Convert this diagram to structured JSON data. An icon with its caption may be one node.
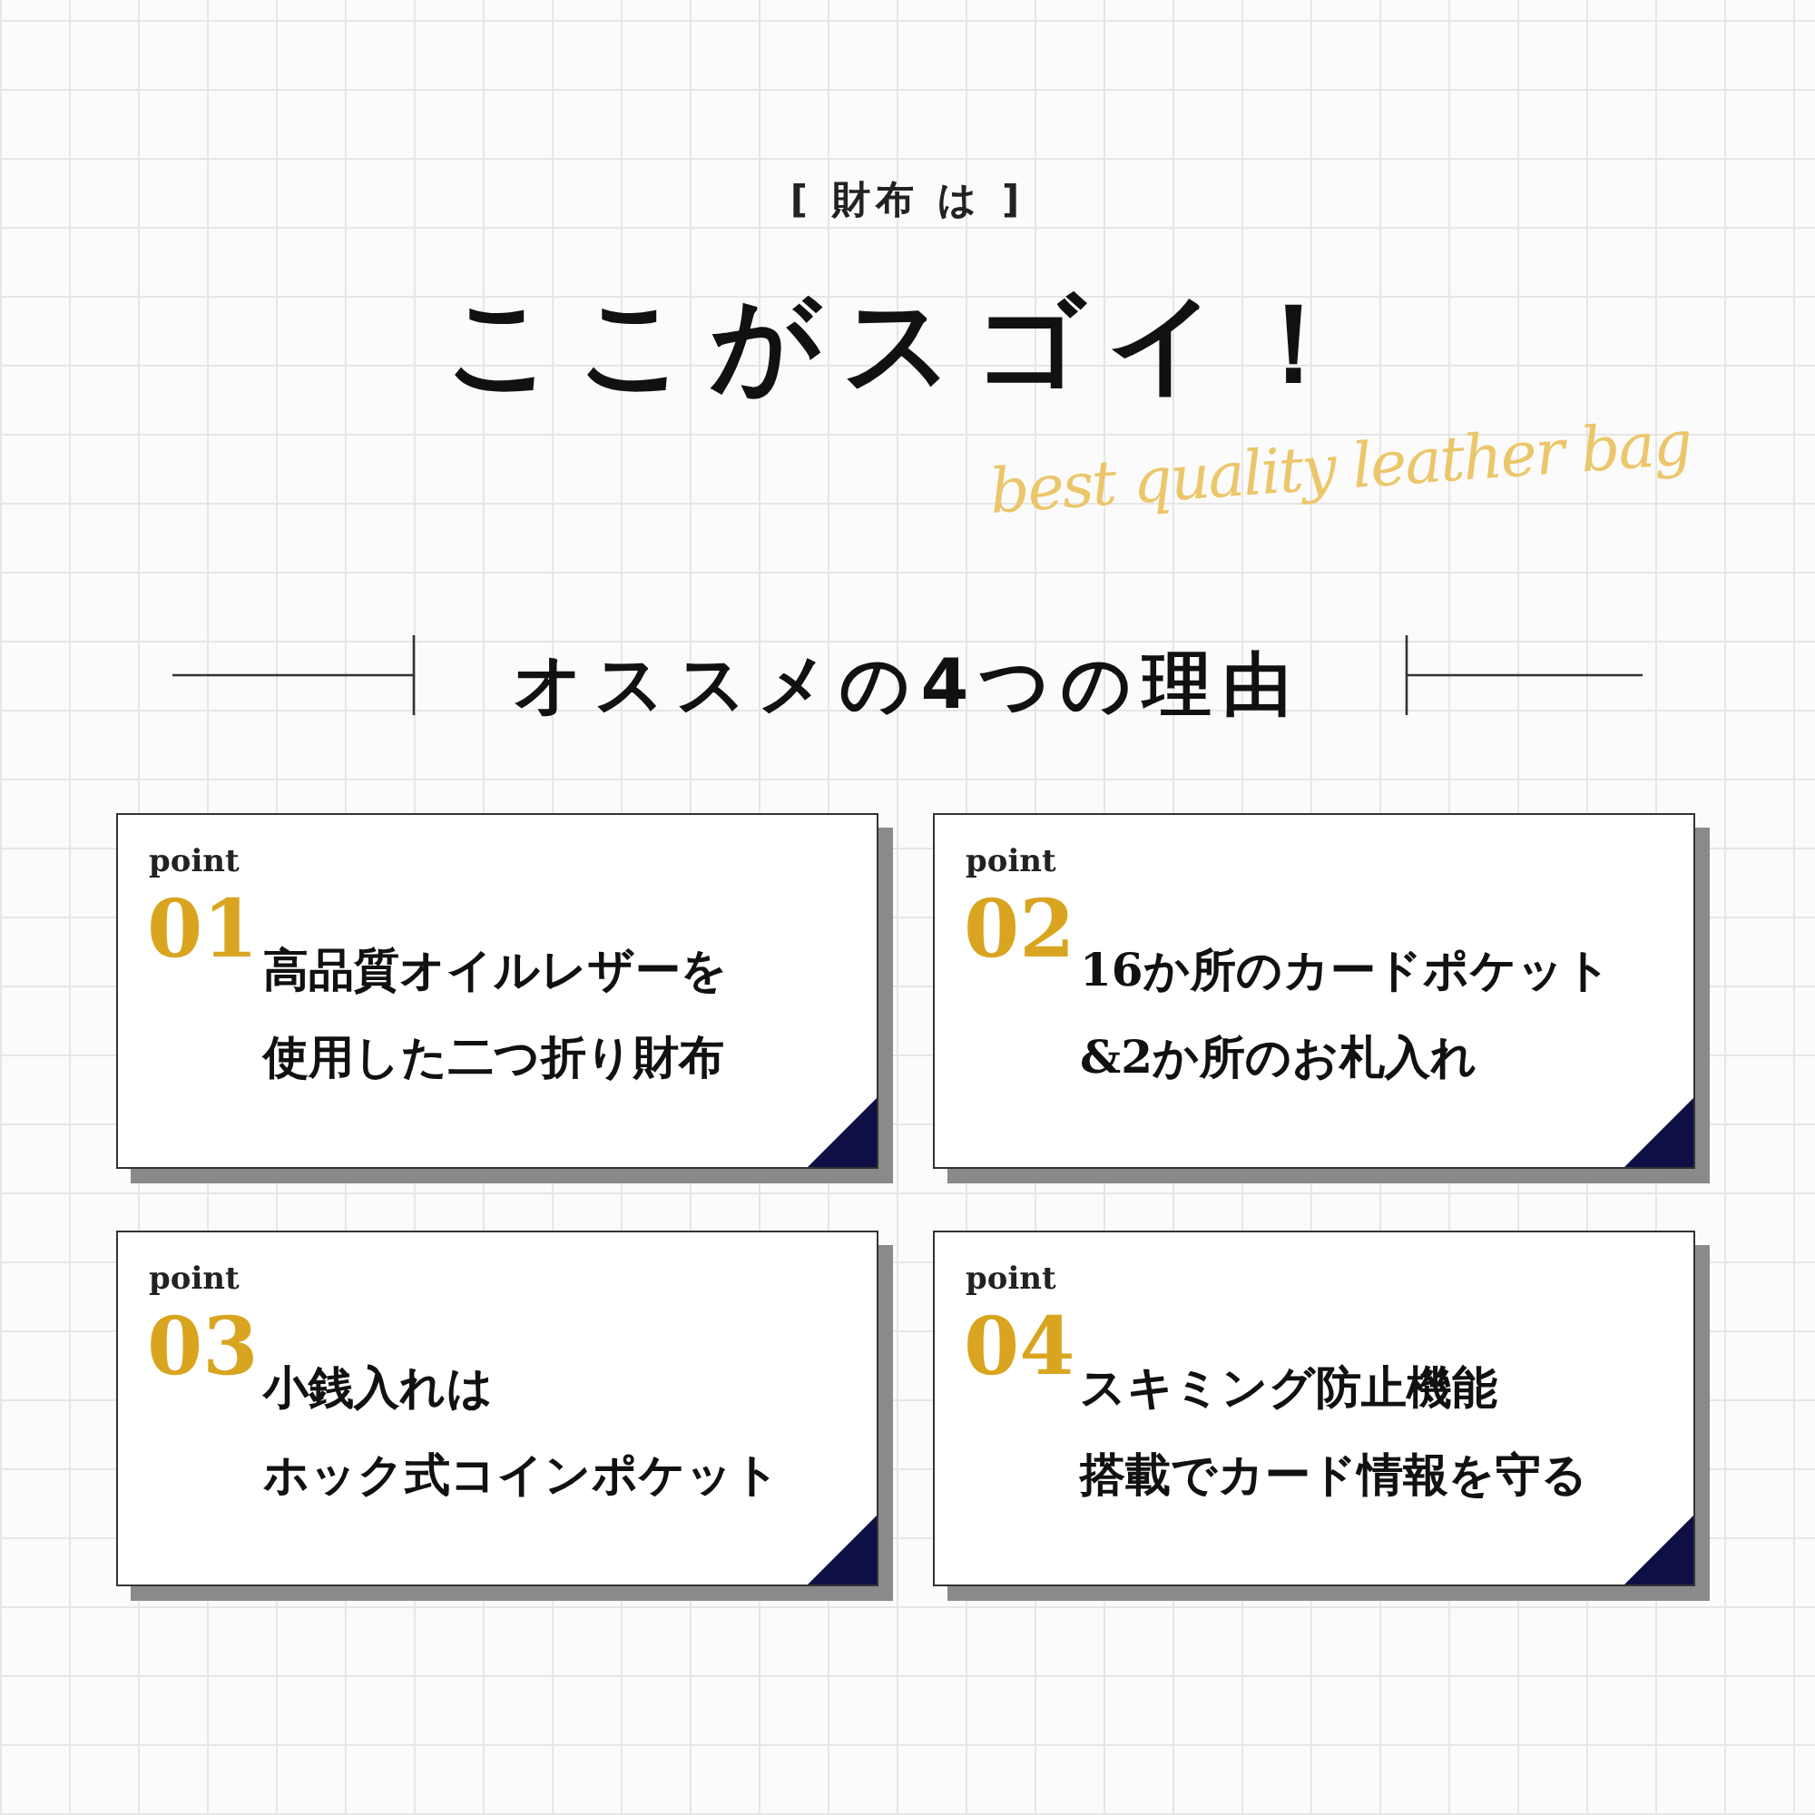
{
  "diagram": {
    "title": "ここがスゴイ！",
    "nodes": [
      {
        "text": [
          "point",
          "01",
          "高品質オイルレザーを使用した二つ折り財布"
        ]
      },
      {
        "text": [
          "point",
          "02",
          "16か所のカードポケット&2か所のお札入れ"
        ]
      },
      {
        "text": [
          "point",
          "03",
          "小銭入れはホック式コインポケット"
        ]
      },
      {
        "text": [
          "point",
          "04",
          "スキミング防止機能搭載でカード情報を守る"
        ]
      }
    ],
    "labels": [
      "[ 財布 は ]",
      "best quality leather bag",
      "オススメの4つの理由"
    ]
  }
}
